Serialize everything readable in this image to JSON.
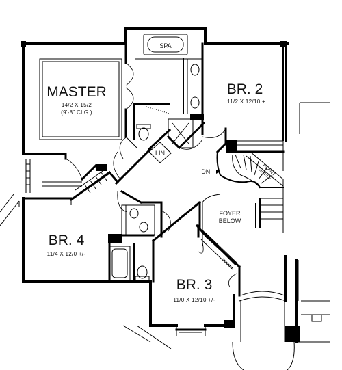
{
  "rooms": {
    "master": {
      "name": "MASTER",
      "size": "14/2 X 15/2",
      "ceiling": "(9'-8\" CLG.)"
    },
    "br2": {
      "name": "BR. 2",
      "size": "11/2 X 12/10 +"
    },
    "br3": {
      "name": "BR. 3",
      "size": "11/0 X 12/10 +/-"
    },
    "br4": {
      "name": "BR. 4",
      "size": "11/4 X 12/0 +/-"
    }
  },
  "labels": {
    "spa": "SPA",
    "linen": "LIN",
    "down": "DN.",
    "plant_shelf_1": "PLANT",
    "plant_shelf_2": "SHELF",
    "foyer_1": "FOYER",
    "foyer_2": "BELOW"
  }
}
